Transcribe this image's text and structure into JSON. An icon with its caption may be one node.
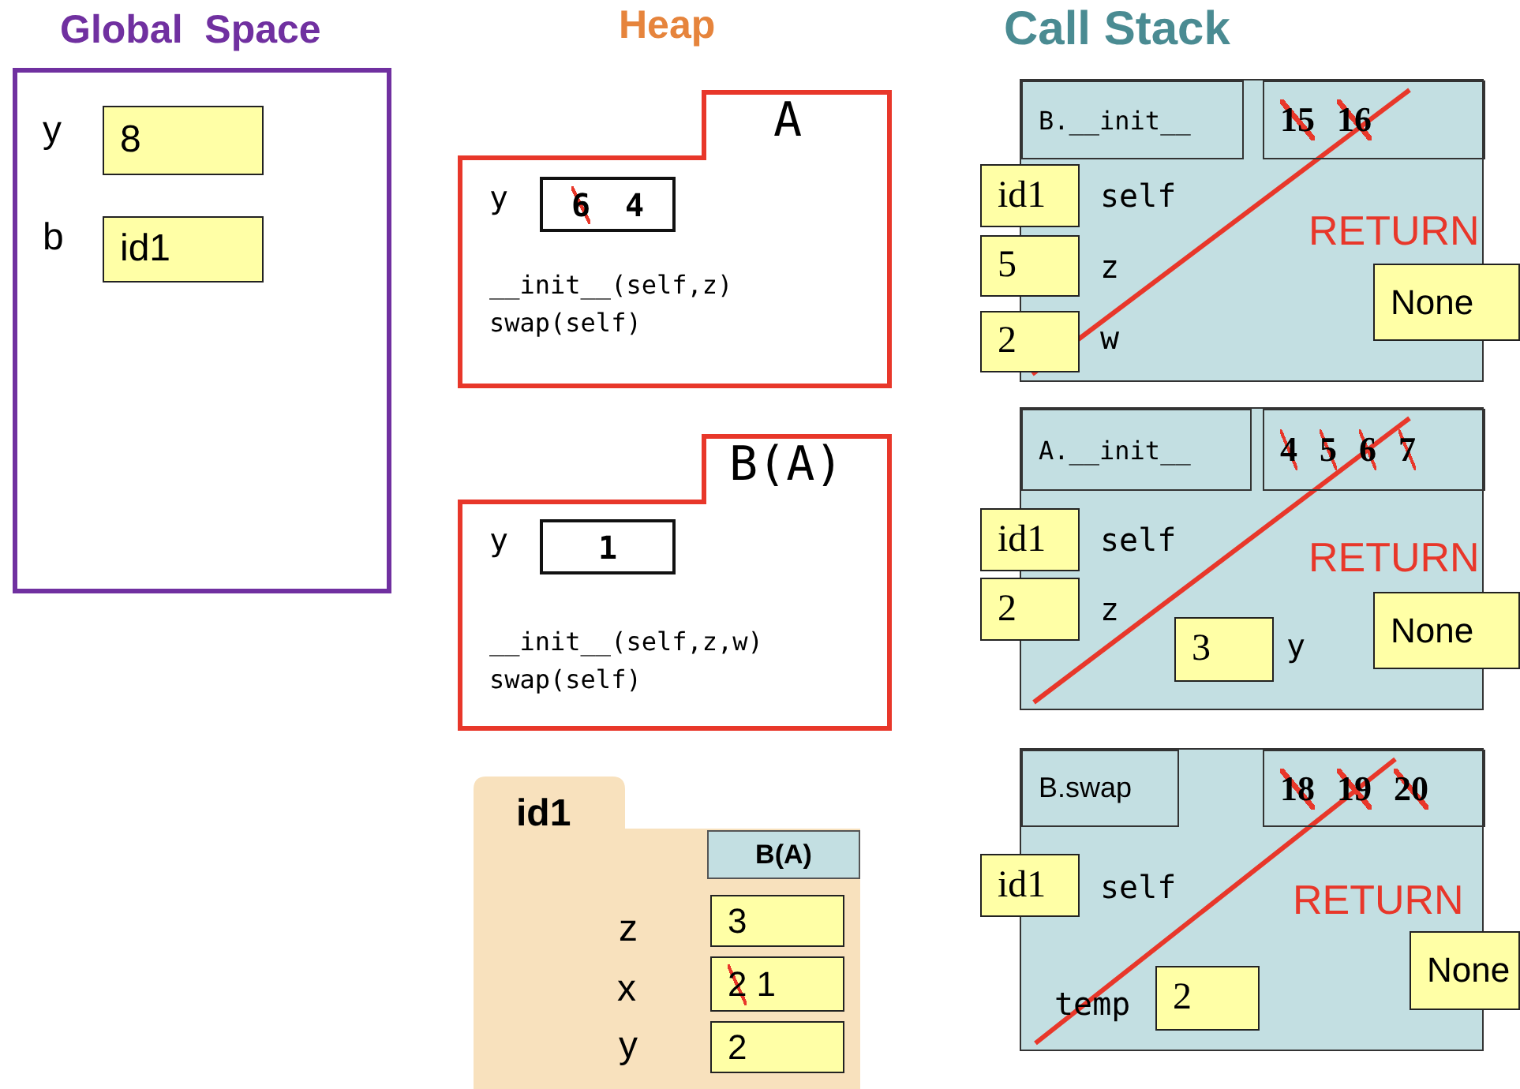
{
  "diagram": {
    "nodes": [
      {
        "text": [
          "Global  Space"
        ]
      },
      {
        "text": [
          "8"
        ],
        "in": 0,
        "beside": [
          "y"
        ]
      },
      {
        "text": [
          "id1"
        ],
        "in": 0,
        "beside": [
          "b"
        ]
      },
      {
        "text": [
          "A",
          "__init__(self,z)",
          "swap(self)"
        ]
      },
      {
        "text": [
          "6",
          "4"
        ],
        "in": 3,
        "beside": [
          "y"
        ]
      },
      {
        "text": [
          "B(A)",
          "__init__(self,z,w)",
          "swap(self)"
        ]
      },
      {
        "text": [
          "1"
        ],
        "in": 5,
        "beside": [
          "y"
        ]
      },
      {
        "text": [
          "id1"
        ]
      },
      {
        "text": [
          "B(A)"
        ],
        "in": 7
      },
      {
        "text": [
          "3"
        ],
        "in": 7,
        "beside": [
          "z"
        ]
      },
      {
        "text": [
          "2",
          "1"
        ],
        "in": 7,
        "beside": [
          "x"
        ]
      },
      {
        "text": [
          "2"
        ],
        "in": 7,
        "beside": [
          "y"
        ]
      },
      {
        "text": [
          "RETURN"
        ]
      },
      {
        "text": [
          "B.__init__"
        ],
        "in": 12
      },
      {
        "text": [
          "15",
          "16"
        ],
        "in": 12
      },
      {
        "text": [
          "id1"
        ],
        "beside": [
          "self"
        ]
      },
      {
        "text": [
          "5"
        ],
        "beside": [
          "z"
        ]
      },
      {
        "text": [
          "2"
        ],
        "beside": [
          "w"
        ]
      },
      {
        "text": [
          "None"
        ]
      },
      {
        "text": [
          "RETURN"
        ]
      },
      {
        "text": [
          "A.__init__"
        ],
        "in": 19
      },
      {
        "text": [
          "4",
          "5",
          "6",
          "7"
        ],
        "in": 19
      },
      {
        "text": [
          "id1"
        ],
        "beside": [
          "self"
        ]
      },
      {
        "text": [
          "2"
        ],
        "beside": [
          "z"
        ]
      },
      {
        "text": [
          "3"
        ],
        "in": 19,
        "beside": [
          "y"
        ]
      },
      {
        "text": [
          "None"
        ]
      },
      {
        "text": [
          "RETURN"
        ]
      },
      {
        "text": [
          "B.swap"
        ],
        "in": 26
      },
      {
        "text": [
          "18",
          "19",
          "20"
        ],
        "in": 26
      },
      {
        "text": [
          "id1"
        ],
        "beside": [
          "self"
        ]
      },
      {
        "text": [
          "2"
        ],
        "in": 26,
        "beside": [
          "temp"
        ]
      },
      {
        "text": [
          "None"
        ]
      }
    ],
    "edges": [],
    "labels": [
      "Heap",
      "Call Stack"
    ]
  }
}
